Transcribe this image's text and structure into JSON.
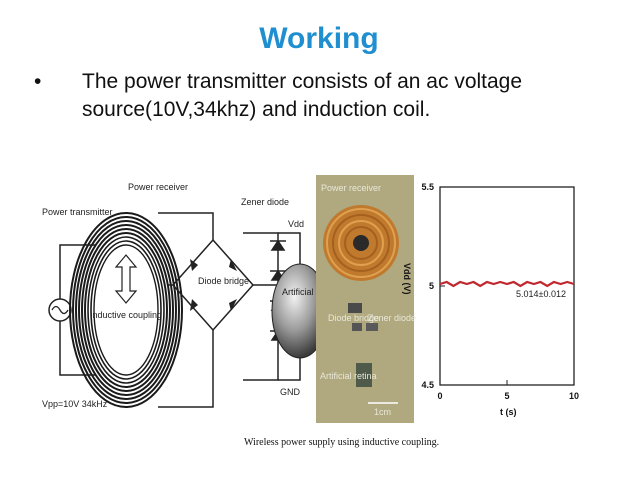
{
  "slide": {
    "title": "Working",
    "bullet_symbol": "•",
    "bullet_text": "The power transmitter consists of an ac voltage source(10V,34khz) and induction coil."
  },
  "figure": {
    "caption": "Wireless power supply using inductive coupling.",
    "circuit": {
      "power_transmitter": "Power transmitter",
      "power_receiver": "Power receiver",
      "inductive_coupling": "Inductive coupling",
      "zener_diode": "Zener diode",
      "diode_bridge": "Diode bridge",
      "vdd": "Vdd",
      "gnd": "GND",
      "artificial_retina": "Artificial retina",
      "source_spec": "Vpp=10V 34kHz"
    },
    "photo": {
      "power_receiver": "Power receiver",
      "diode_bridge": "Diode bridge",
      "zener_diode": "Zener diode",
      "artificial_retina": "Artificial retina",
      "scale": "1cm"
    },
    "plot": {
      "ylabel": "Vdd (V)",
      "xlabel": "t (s)",
      "annotation": "5.014±0.012",
      "yticks": [
        "5.5",
        "5",
        "4.5"
      ],
      "xticks": [
        "0",
        "5",
        "10"
      ],
      "line_color": "#c0282f"
    }
  },
  "chart_data": {
    "type": "line",
    "title": "",
    "xlabel": "t (s)",
    "ylabel": "Vdd (V)",
    "xlim": [
      0,
      10
    ],
    "ylim": [
      4.5,
      5.5
    ],
    "x": [
      0,
      0.5,
      1,
      1.5,
      2,
      2.5,
      3,
      3.5,
      4,
      4.5,
      5,
      5.5,
      6,
      6.5,
      7,
      7.5,
      8,
      8.5,
      9,
      9.5,
      10
    ],
    "values": [
      5.01,
      5.02,
      5.0,
      5.02,
      5.01,
      5.02,
      5.0,
      5.02,
      5.01,
      5.02,
      5.01,
      5.02,
      5.0,
      5.02,
      5.01,
      5.02,
      5.0,
      5.02,
      5.01,
      5.02,
      5.01
    ],
    "annotation": "5.014±0.012"
  }
}
